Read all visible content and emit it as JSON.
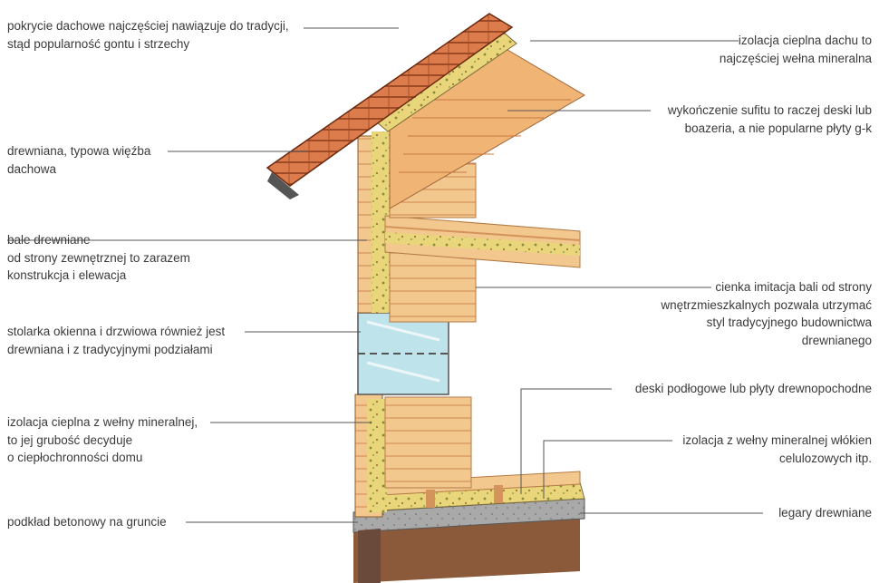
{
  "labels": {
    "roof_covering": "pokrycie dachowe najczęściej nawiązuje do tradycji,\nstąd popularność gontu i strzechy",
    "roof_truss": "drewniana, typowa więźba\ndachowa",
    "log_walls": "bale drewniane\nod strony zewnętrznej to zarazem\nkonstrukcja i elewacja",
    "windows": "stolarka okienna i drzwiowa również jest\ndrewniana i z tradycyjnymi podziałami",
    "wall_insulation": "izolacja cieplna z wełny mineralnej,\nto jej grubość decyduje\no ciepłochronności domu",
    "concrete_base": "podkład betonowy na gruncie",
    "roof_insulation": "izolacja cieplna dachu to\nnajczęściej wełna mineralna",
    "soffit": "wykończenie sufitu to raczej deski lub\nboazeria, a nie popularne płyty g-k",
    "log_imitation": "cienka imitacja bali od strony\nwnętrzmieszkalnych pozwala utrzymać\nstyl tradycyjnego budownictwa\ndrewnianego",
    "floor_boards": "deski podłogowe lub płyty drewnopochodne",
    "cellulose_insulation": "izolacja z wełny mineralnej włókien\ncelulozowych itp.",
    "joists": "legary drewniane"
  },
  "colors": {
    "wood_light": "#f4d19a",
    "wood_mid": "#e8a866",
    "wood_dark": "#c9783e",
    "insulation": "#e6d06a",
    "glass": "#bfe3ea",
    "concrete": "#a6a6a6",
    "ground": "#8b5a3a",
    "roof_tiles": "#d9794a",
    "leader": "#555555"
  }
}
